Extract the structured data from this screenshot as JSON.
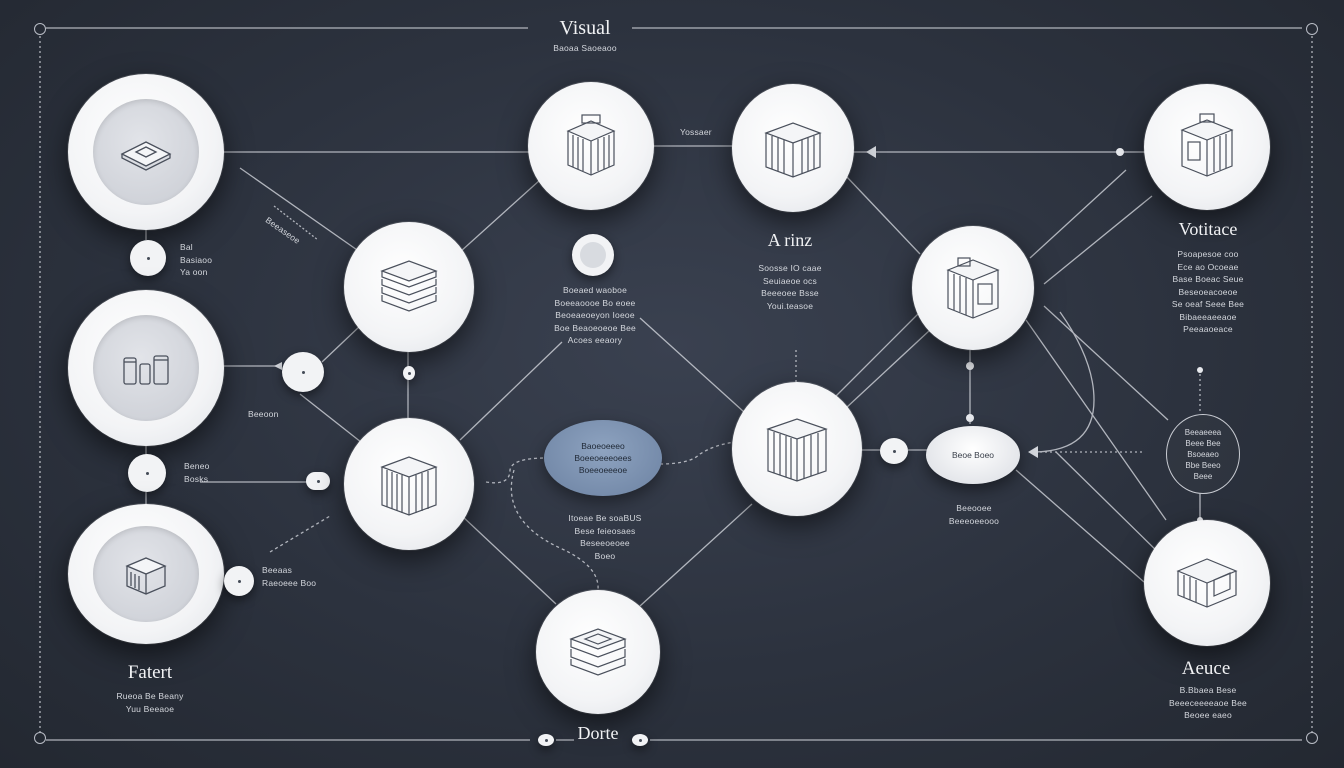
{
  "header": {
    "title": "Visual",
    "subtitle": "Baoaa Saoeaoo"
  },
  "nodes": {
    "left_top": {
      "icon": "tray-icon"
    },
    "left_mid": {
      "icon": "jars-icon"
    },
    "left_bot": {
      "icon": "box-icon",
      "title": "Fatert",
      "lines": [
        "Rueoa Be Beany",
        "Yuu Beeaoe"
      ]
    },
    "center_top": {
      "icon": "filter-block-icon"
    },
    "center_left_upper": {
      "icon": "stack-icon"
    },
    "center_left_lower": {
      "icon": "cube-icon"
    },
    "center_bottom": {
      "icon": "stack-icon",
      "title": "Dorte"
    },
    "center_right_mid": {
      "icon": "cube-icon"
    },
    "top_right_1": {
      "icon": "cube-icon",
      "title": "A rinz",
      "lines": [
        "Soosse IO caae",
        "Seuiaeoe ocs",
        "Beeeoee Bsse",
        "Youi.teasoe"
      ]
    },
    "right_upper": {
      "icon": "building-icon"
    },
    "top_right_far": {
      "icon": "building-icon",
      "title": "Votitace",
      "lines": [
        "Psoapesoe coo",
        "Ece ao Ocoeae",
        "Base Boeac Seue",
        "Beseoeacoeoe",
        "Se oeaf Seee Bee",
        "Bibaeeaeeaoe",
        "Peeaaoeace"
      ]
    },
    "right_bottom": {
      "icon": "box-icon",
      "title": "Aeuce",
      "lines": [
        "B.Bbaea Bese",
        "Beeeceeeeaoe Bee",
        "Beoee eaeo"
      ]
    }
  },
  "labels": {
    "left_dot1": [
      "Bal",
      "Basiaoo",
      "Ya oon"
    ],
    "left_dot2": [
      "Beneo",
      "Bosks"
    ],
    "left_dot3": [
      "Beeaas",
      "Raeoeee Boo"
    ],
    "left_small": "Beeoon",
    "diag_left": "Beeaseoe",
    "center_text": [
      "Boeaed waoboe",
      "Boeeaoooe Bo eoee",
      "Beoeaeoeyon Ioeoe",
      "Boe Beaoeoeoe Bee",
      "Acoes eeaory"
    ],
    "center_lower_text": [
      "Itoeae Be soaBUS",
      "Bese feieosaes",
      "Beseeoeoee",
      "Boeo"
    ],
    "top_mid_small": "Yossaer",
    "mid_right_small": [
      "Beeooee",
      "Beeeoeeooo"
    ]
  },
  "pills": {
    "blue": [
      "Baoeoeeeo",
      "Boeeoeeeoees",
      "Boeeoeeeoe"
    ],
    "white": "Beoe Boeo",
    "ring": [
      "Beeaeeea",
      "Beee Bee",
      "Bsoeaeo",
      "Bbe Beeo",
      "Beee"
    ]
  },
  "colors": {
    "background": "#2c323e",
    "line": "#c9ccd3",
    "node": "#f3f4f6",
    "pill_blue": "#7c91b0"
  }
}
